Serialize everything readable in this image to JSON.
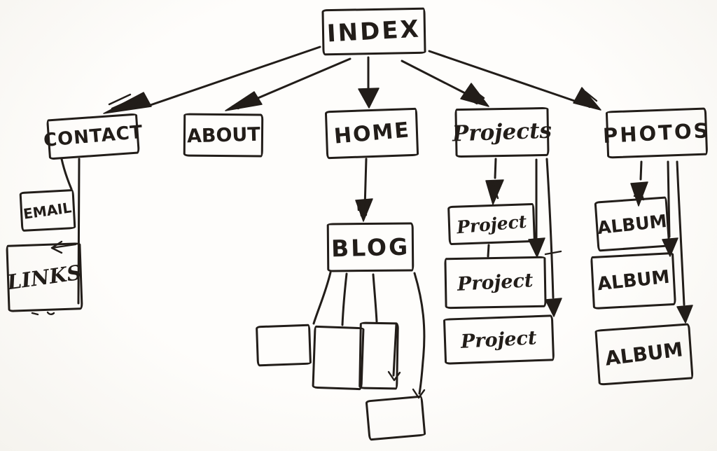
{
  "meta": {
    "description": "Hand-drawn website sitemap sketch on paper"
  },
  "colors": {
    "ink": "#221d19",
    "paper": "#fcfbf7"
  },
  "nodes": {
    "index": {
      "label": "INDEX"
    },
    "contact": {
      "label": "CONTACT"
    },
    "about": {
      "label": "ABOUT"
    },
    "home": {
      "label": "HOME"
    },
    "projects": {
      "label": "Projects"
    },
    "photos": {
      "label": "PHOTOS"
    },
    "email": {
      "label": "EMAIL"
    },
    "links": {
      "label": "LINKS"
    },
    "blog": {
      "label": "BLOG"
    },
    "project_1": {
      "label": "Project"
    },
    "project_2": {
      "label": "Project"
    },
    "project_3": {
      "label": "Project"
    },
    "album_1": {
      "label": "ALBUM"
    },
    "album_2": {
      "label": "ALBUM"
    },
    "album_3": {
      "label": "ALBUM"
    }
  },
  "unlabeled_boxes": 4,
  "edges": [
    {
      "from": "index",
      "to": "contact"
    },
    {
      "from": "index",
      "to": "about"
    },
    {
      "from": "index",
      "to": "home"
    },
    {
      "from": "index",
      "to": "projects"
    },
    {
      "from": "index",
      "to": "photos"
    },
    {
      "from": "contact",
      "to": "email"
    },
    {
      "from": "contact",
      "to": "links"
    },
    {
      "from": "home",
      "to": "blog"
    },
    {
      "from": "blog",
      "to": "unlabeled_box_1"
    },
    {
      "from": "blog",
      "to": "unlabeled_box_2"
    },
    {
      "from": "blog",
      "to": "unlabeled_box_3"
    },
    {
      "from": "blog",
      "to": "unlabeled_box_4"
    },
    {
      "from": "projects",
      "to": "project_1"
    },
    {
      "from": "projects",
      "to": "project_2"
    },
    {
      "from": "projects",
      "to": "project_3"
    },
    {
      "from": "photos",
      "to": "album_1"
    },
    {
      "from": "photos",
      "to": "album_2"
    },
    {
      "from": "photos",
      "to": "album_3"
    }
  ]
}
